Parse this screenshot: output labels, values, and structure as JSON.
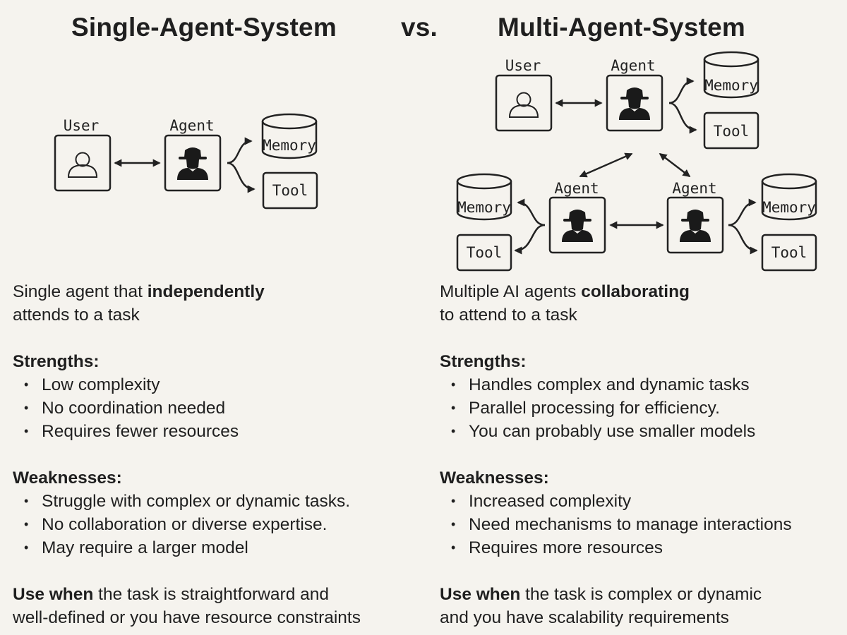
{
  "header": {
    "left_title": "Single-Agent-System",
    "vs": "vs.",
    "right_title": "Multi-Agent-System"
  },
  "diagram_labels": {
    "user": "User",
    "agent": "Agent",
    "memory": "Memory",
    "tool": "Tool"
  },
  "single": {
    "summary_pre": "Single agent that ",
    "summary_bold": "independently",
    "summary_post": "attends to a task",
    "strengths_title": "Strengths:",
    "strengths": [
      "Low complexity",
      "No coordination needed",
      "Requires fewer resources"
    ],
    "weaknesses_title": "Weaknesses:",
    "weaknesses": [
      "Struggle with complex or dynamic tasks.",
      "No collaboration or diverse expertise.",
      "May require a larger model"
    ],
    "use_bold": "Use when",
    "use_line1": " the task is straightforward and",
    "use_line2": "well-defined or you have resource constraints"
  },
  "multi": {
    "summary_pre": "Multiple AI agents ",
    "summary_bold": "collaborating",
    "summary_post": "to attend to a task",
    "strengths_title": "Strengths:",
    "strengths": [
      "Handles complex and dynamic tasks",
      "Parallel processing for efficiency.",
      "You can probably use smaller models"
    ],
    "weaknesses_title": "Weaknesses:",
    "weaknesses": [
      "Increased complexity",
      "Need mechanisms to manage interactions",
      "Requires more resources"
    ],
    "use_bold": "Use when",
    "use_line1": " the task is complex or dynamic",
    "use_line2": "and you have scalability requirements"
  }
}
